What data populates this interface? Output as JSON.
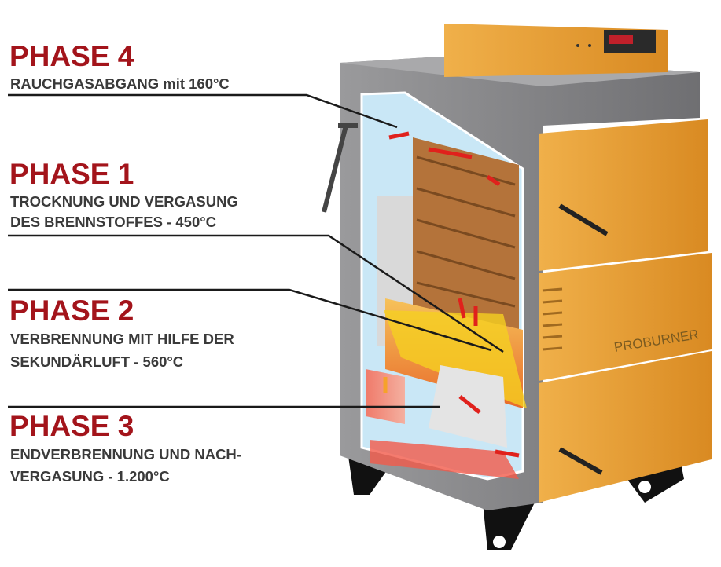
{
  "phases": [
    {
      "title": "PHASE 4",
      "lines": [
        "RAUCHGASABGANG mit 160°C"
      ]
    },
    {
      "title": "PHASE 1",
      "lines": [
        "TROCKNUNG UND VERGASUNG",
        "DES BRENNSTOFFES - 450°C"
      ]
    },
    {
      "title": "PHASE 2",
      "lines": [
        "VERBRENNUNG MIT HILFE DER",
        "SEKUNDÄRLUFT - 560°C"
      ]
    },
    {
      "title": "PHASE 3",
      "lines": [
        "ENDVERBRENNUNG UND NACH-",
        "VERGASUNG - 1.200°C"
      ]
    }
  ],
  "boiler": {
    "brand_label": "PROBURNER"
  },
  "colors": {
    "title_red": "#a3141b",
    "text_gray": "#3a3a3a",
    "boiler_orange": "#e8a13a",
    "body_gray": "#8d8d8f",
    "water_blue": "#bfe2f3"
  }
}
